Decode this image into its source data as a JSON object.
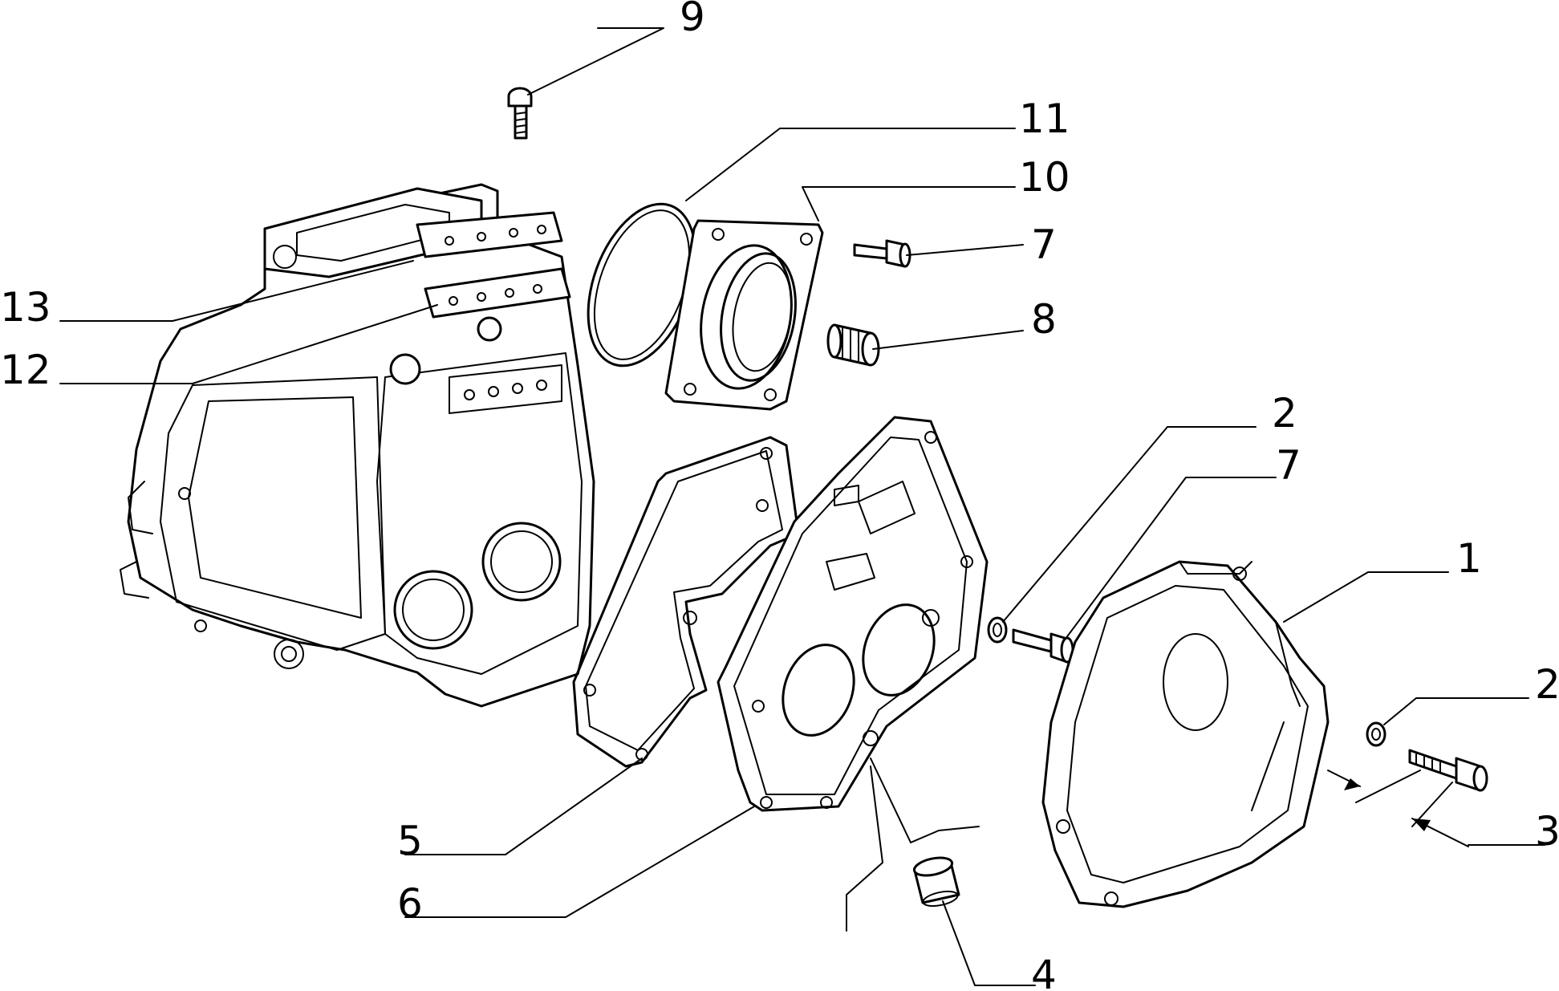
{
  "diagram": {
    "callouts": [
      {
        "id": "1",
        "label": "1"
      },
      {
        "id": "2a",
        "label": "2"
      },
      {
        "id": "2b",
        "label": "2"
      },
      {
        "id": "3",
        "label": "3"
      },
      {
        "id": "4",
        "label": "4"
      },
      {
        "id": "5",
        "label": "5"
      },
      {
        "id": "6",
        "label": "6"
      },
      {
        "id": "7a",
        "label": "7"
      },
      {
        "id": "7b",
        "label": "7"
      },
      {
        "id": "8",
        "label": "8"
      },
      {
        "id": "9",
        "label": "9"
      },
      {
        "id": "10",
        "label": "10"
      },
      {
        "id": "11",
        "label": "11"
      },
      {
        "id": "12",
        "label": "12"
      },
      {
        "id": "13",
        "label": "13"
      }
    ]
  }
}
